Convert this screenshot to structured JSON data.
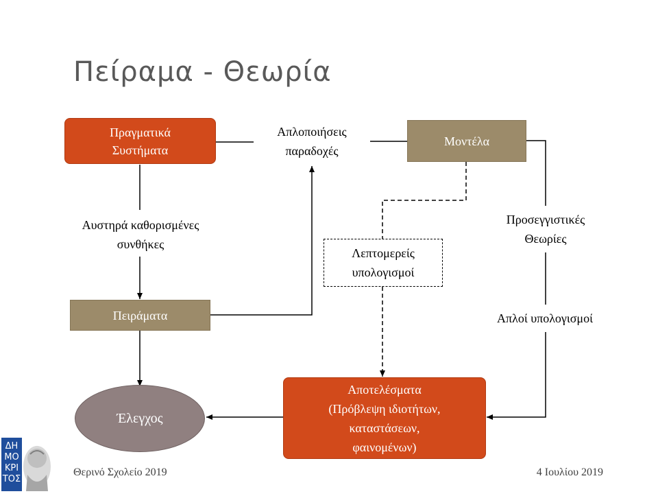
{
  "slide": {
    "title": "Πείραμα - Θεωρία"
  },
  "nodes": {
    "real_systems": [
      "Πραγματικά",
      "Συστήματα"
    ],
    "models": "Μοντέλα",
    "experiments": "Πειράματα",
    "results": [
      "Αποτελέσματα",
      "(Πρόβλεψη ιδιοτήτων,",
      "καταστάσεων,",
      "φαινομένων)"
    ],
    "control": "Έλεγχος"
  },
  "edge_labels": {
    "simplifications": [
      "Απλοποιήσεις",
      "παραδοχές"
    ],
    "strict_conditions": [
      "Αυστηρά καθορισμένες",
      "συνθήκες"
    ],
    "detailed_calcs": [
      "Λεπτομερείς",
      "υπολογισμοί"
    ],
    "approx_theories": [
      "Προσεγγιστικές",
      "Θεωρίες"
    ],
    "simple_calcs": "Απλοί υπολογισμοί"
  },
  "footer": {
    "left": "Θερινό Σχολείο 2019",
    "right": "4 Ιουλίου 2019"
  },
  "logo": {
    "text": "ΔΗΜΟΚΡΙΤΟΣ"
  },
  "colors": {
    "orange_box": "#d24a1b",
    "tan_box": "#9c8b6a",
    "ellipse": "#908080",
    "title": "#595959",
    "logo_blue": "#1f4e9c"
  }
}
